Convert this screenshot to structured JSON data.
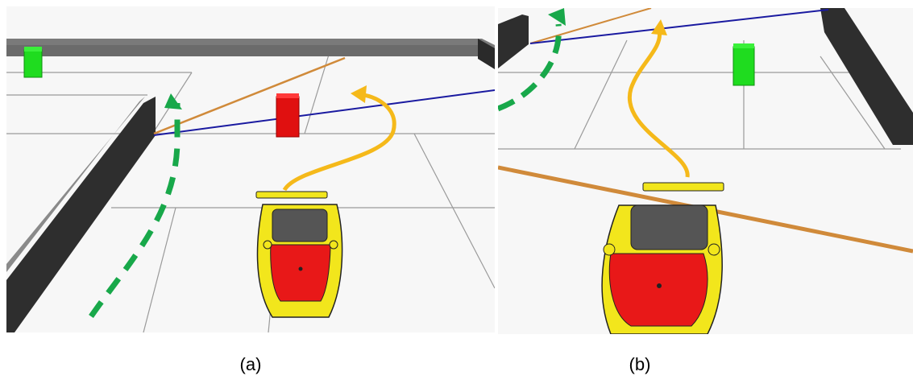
{
  "figure": {
    "panels": [
      {
        "id": "a",
        "caption": "(a)"
      },
      {
        "id": "b",
        "caption": "(b)"
      }
    ]
  },
  "colors": {
    "wall_dark": "#3a3a3a",
    "wall_top": "#7a7a7a",
    "floor": "#f7f7f7",
    "grid": "#9a9a9a",
    "green_box": "#1fdc1f",
    "red_box": "#e01010",
    "path_yellow": "#f5b91a",
    "path_green_dashed": "#18a84a",
    "ray_orange": "#d08a3a",
    "ray_blue": "#1a1aa0",
    "car_yellow": "#f2e61c",
    "car_red": "#e81818"
  },
  "icons": {
    "car": "sports-car-icon",
    "obstacle_green": "green-box-icon",
    "obstacle_red": "red-box-icon"
  }
}
